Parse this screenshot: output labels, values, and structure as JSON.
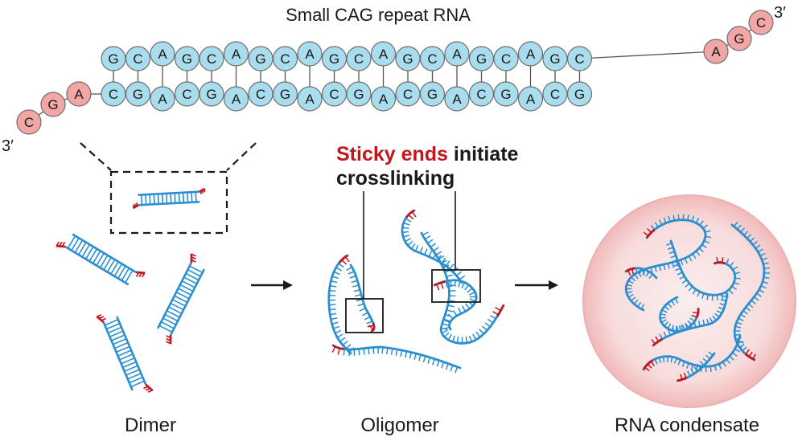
{
  "title": "Small CAG repeat RNA",
  "top_strand": {
    "bases": [
      "G",
      "C",
      "A",
      "G",
      "C",
      "A",
      "G",
      "C",
      "A",
      "G",
      "C",
      "A",
      "G",
      "C",
      "A",
      "G",
      "C",
      "A",
      "G",
      "C"
    ],
    "overhang": [
      "A",
      "G",
      "C"
    ],
    "end_label": "3′"
  },
  "bottom_strand": {
    "bases": [
      "C",
      "G",
      "A",
      "C",
      "G",
      "A",
      "C",
      "G",
      "A",
      "C",
      "G",
      "A",
      "C",
      "G",
      "A",
      "C",
      "G",
      "A",
      "C",
      "G"
    ],
    "overhang": [
      "A",
      "G",
      "C"
    ],
    "end_label": "3′"
  },
  "callout": {
    "highlight": "Sticky ends",
    "rest_line1": " initiate",
    "line2": "crosslinking"
  },
  "stages": {
    "dimer": "Dimer",
    "oligomer": "Oligomer",
    "condensate": "RNA condensate"
  },
  "colors": {
    "stem_base_fill": "#a9dcec",
    "overhang_fill": "#f2a6a6",
    "strand_blue": "#2a8fd0",
    "sticky_red": "#c0161d",
    "droplet_fill": "#f8dcdc",
    "text_dark": "#1a1a1a"
  }
}
